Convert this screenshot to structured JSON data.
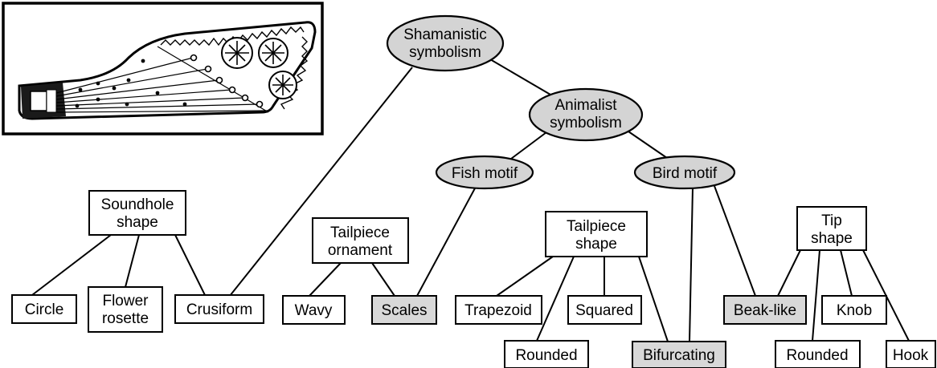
{
  "colors": {
    "ellipse_fill": "#d4d4d4",
    "shaded_box_fill": "#d8d8d8",
    "line": "#000000"
  },
  "illustration": {
    "icon": "zither-instrument-icon"
  },
  "ellipses": {
    "shamanistic": {
      "line1": "Shamanistic",
      "line2": "symbolism"
    },
    "animalist": {
      "line1": "Animalist",
      "line2": "symbolism"
    },
    "fish": {
      "label": "Fish motif"
    },
    "bird": {
      "label": "Bird motif"
    }
  },
  "categories": {
    "soundhole": {
      "line1": "Soundhole",
      "line2": "shape"
    },
    "tailpiece_ornament": {
      "line1": "Tailpiece",
      "line2": "ornament"
    },
    "tailpiece_shape": {
      "line1": "Tailpiece",
      "line2": "shape"
    },
    "tip_shape": {
      "line1": "Tip",
      "line2": "shape"
    }
  },
  "leaves": {
    "circle": "Circle",
    "flower": {
      "line1": "Flower",
      "line2": "rosette"
    },
    "crusiform": "Crusiform",
    "wavy": "Wavy",
    "scales": "Scales",
    "trapezoid": "Trapezoid",
    "squared": "Squared",
    "rounded1": "Rounded",
    "bifurcating": "Bifurcating",
    "beak": "Beak-like",
    "knob": "Knob",
    "rounded2": "Rounded",
    "hook": "Hook"
  }
}
